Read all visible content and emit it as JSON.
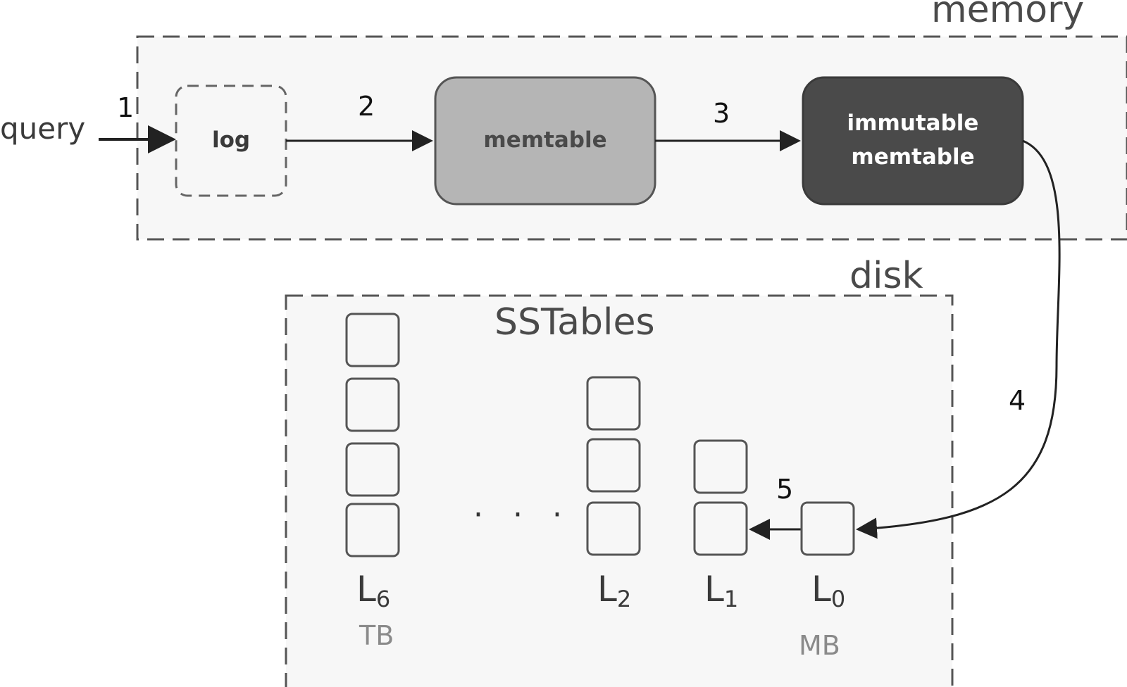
{
  "regions": {
    "memory": "memory",
    "disk": "disk"
  },
  "sstables_title": "SSTables",
  "query_label": "query",
  "components": {
    "log": "log",
    "memtable": "memtable",
    "immutable_line1": "immutable",
    "immutable_line2": "memtable"
  },
  "steps": [
    "1",
    "2",
    "3",
    "4",
    "5"
  ],
  "levels": [
    {
      "letter": "L",
      "sub": "6",
      "unit": "TB",
      "boxes": 4
    },
    {
      "letter": "L",
      "sub": "2",
      "unit": "",
      "boxes": 3
    },
    {
      "letter": "L",
      "sub": "1",
      "unit": "",
      "boxes": 2
    },
    {
      "letter": "L",
      "sub": "0",
      "unit": "MB",
      "boxes": 1
    }
  ],
  "ellipsis": "· · ·",
  "colors": {
    "memtable_fill": "#b5b5b5",
    "immutable_fill": "#4a4a4a",
    "region_fill": "#f7f7f7",
    "stroke": "#555555"
  }
}
